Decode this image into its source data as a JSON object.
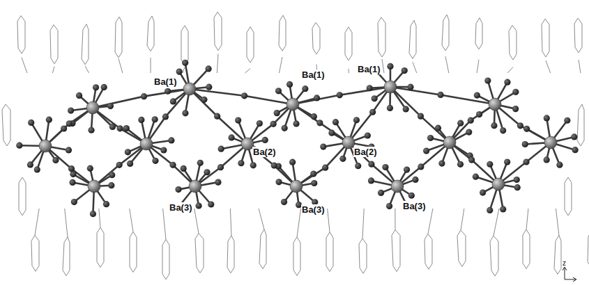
{
  "diagram": {
    "labels": [
      "Ba(1)",
      "Ba(1)",
      "Ba(1)",
      "Ba(2)",
      "Ba(2)",
      "Ba(3)",
      "Ba(3)",
      "Ba(3)",
      "z"
    ]
  }
}
